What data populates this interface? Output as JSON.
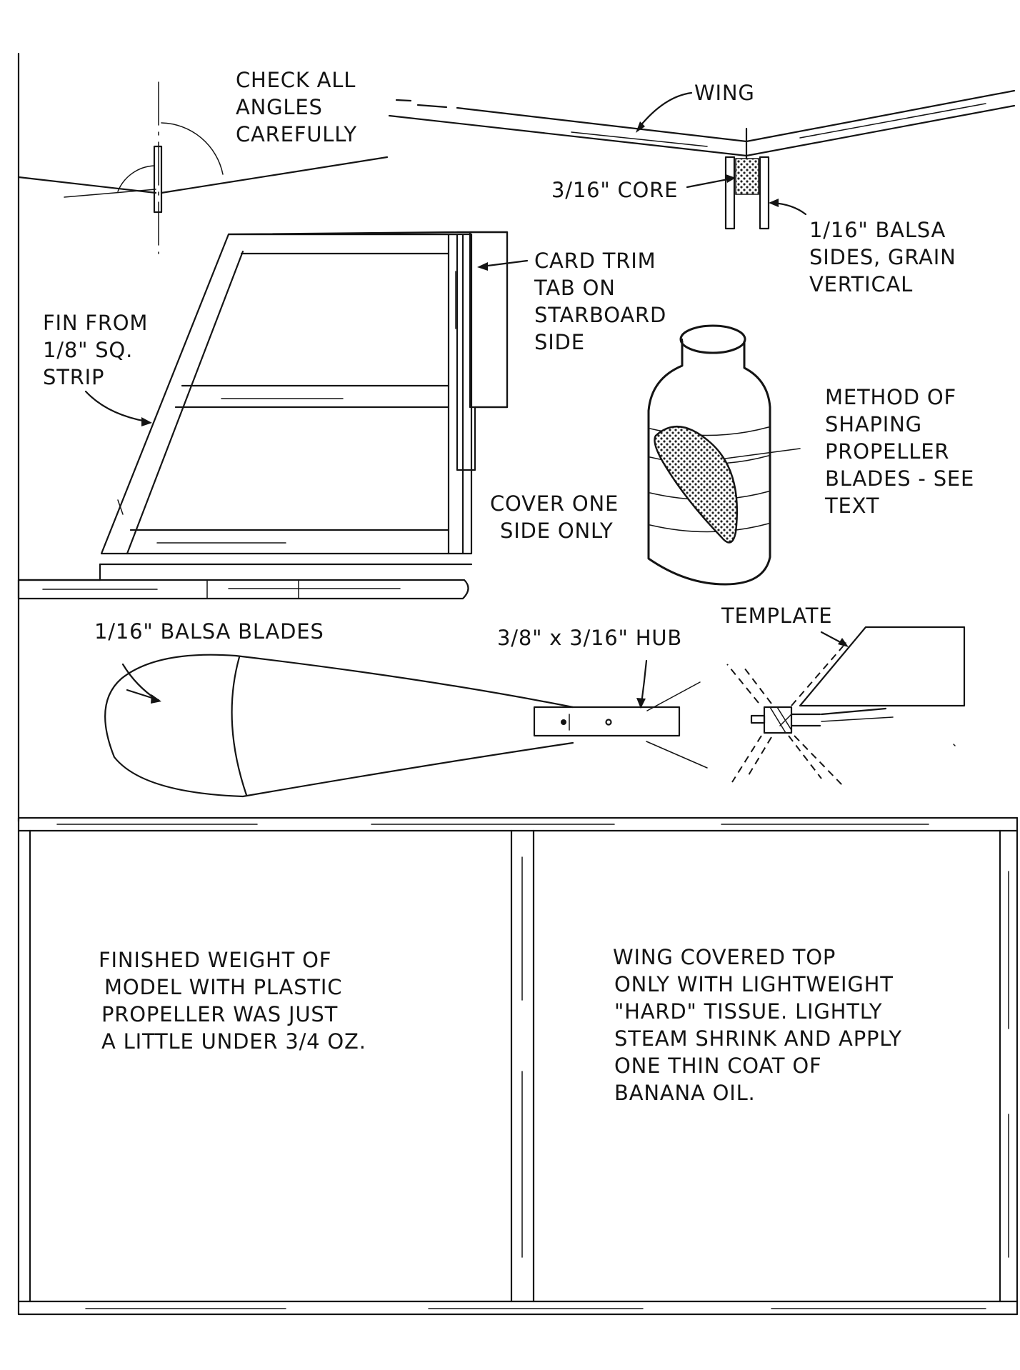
{
  "labels": {
    "check_angles": [
      "CHECK ALL",
      "ANGLES",
      "CAREFULLY"
    ],
    "wing": "WING",
    "core": "3/16\" CORE",
    "balsa_sides": [
      "1/16\" BALSA",
      "SIDES, GRAIN",
      "VERTICAL"
    ],
    "trim_tab": [
      "CARD TRIM",
      "TAB ON",
      "STARBOARD",
      "SIDE"
    ],
    "fin": [
      "FIN FROM",
      "1/8\" SQ.",
      "STRIP"
    ],
    "propeller_method": [
      "METHOD OF",
      "SHAPING",
      "PROPELLER",
      "BLADES  -  SEE",
      "TEXT"
    ],
    "cover_one_side": [
      "COVER ONE",
      "SIDE ONLY"
    ],
    "template": "TEMPLATE",
    "balsa_blades": "1/16\" BALSA BLADES",
    "hub": "3/8\" x 3/16\" HUB"
  },
  "notes": {
    "weight": [
      "FINISHED WEIGHT OF",
      "MODEL WITH PLASTIC",
      "PROPELLER WAS JUST",
      "A LITTLE UNDER 3/4 OZ."
    ],
    "covering": [
      "WING COVERED TOP",
      "ONLY WITH LIGHTWEIGHT",
      "\"HARD\" TISSUE.  LIGHTLY",
      "STEAM SHRINK AND APPLY",
      "ONE THIN COAT OF",
      "BANANA OIL."
    ]
  }
}
